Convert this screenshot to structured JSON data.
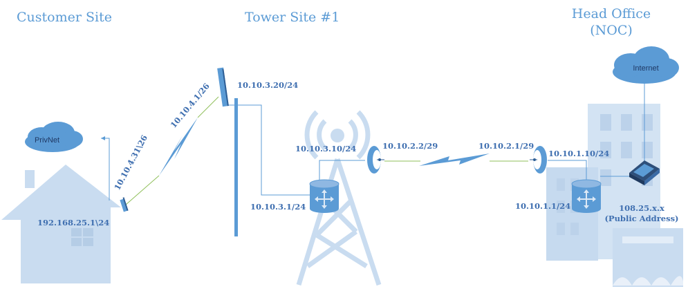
{
  "sites": {
    "customer": "Customer Site",
    "tower": "Tower Site #1",
    "head_office_line1": "Head Office",
    "head_office_line2": "(NOC)"
  },
  "clouds": {
    "privnet": "PrivNet",
    "internet": "Internet"
  },
  "addresses": {
    "cpe_lan": "192.168.25.1\\24",
    "cpe_radio": "10.10.4.31\\26",
    "ap_radio": "10.10.4.1/26",
    "ap_mgmt": "10.10.3.20/24",
    "tower_router_up": "10.10.3.10/24",
    "tower_router_lan": "10.10.3.1/24",
    "ptp_tower": "10.10.2.2/29",
    "ptp_noc": "10.10.2.1/29",
    "noc_router_up": "10.10.1.10/24",
    "noc_router_lan": "10.10.1.1/24",
    "public_ip": "108.25.x.x",
    "public_label": "(Public Address)"
  },
  "colors": {
    "title": "#5b9bd5",
    "ip_text": "#3f6fb0",
    "light_fill": "#c9dcf0",
    "device": "#5b9bd5",
    "link_line": "#5b9bd5",
    "wireless": "#8fbf5a"
  }
}
